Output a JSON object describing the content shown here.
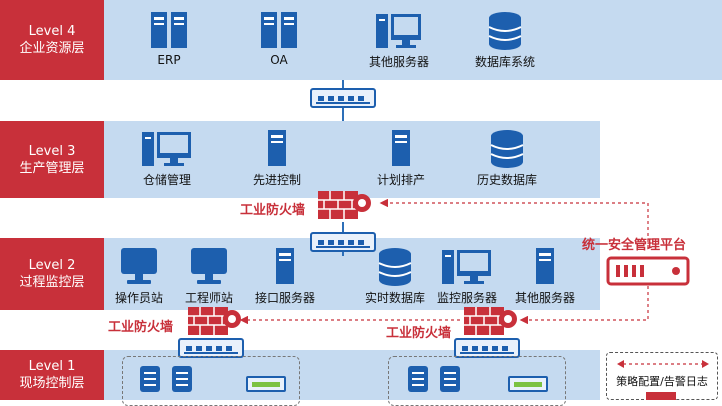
{
  "levels": [
    {
      "level": "Level 4",
      "name": "企业资源层"
    },
    {
      "level": "Level 3",
      "name": "生产管理层"
    },
    {
      "level": "Level 2",
      "name": "过程监控层"
    },
    {
      "level": "Level 1",
      "name": "现场控制层"
    }
  ],
  "level4_nodes": [
    {
      "label": "ERP",
      "icon": "server-tower-icon"
    },
    {
      "label": "OA",
      "icon": "server-tower-icon"
    },
    {
      "label": "其他服务器",
      "icon": "workstation-icon"
    },
    {
      "label": "数据库系统",
      "icon": "database-icon"
    }
  ],
  "level3_nodes": [
    {
      "label": "仓储管理",
      "icon": "workstation-icon"
    },
    {
      "label": "先进控制",
      "icon": "server-tower-icon"
    },
    {
      "label": "计划排产",
      "icon": "server-tower-icon"
    },
    {
      "label": "历史数据库",
      "icon": "database-icon"
    }
  ],
  "level2_nodes": [
    {
      "label": "操作员站",
      "icon": "monitor-icon"
    },
    {
      "label": "工程师站",
      "icon": "monitor-icon"
    },
    {
      "label": "接口服务器",
      "icon": "server-tower-icon"
    },
    {
      "label": "实时数据库",
      "icon": "database-icon"
    },
    {
      "label": "监控服务器",
      "icon": "workstation-icon"
    },
    {
      "label": "其他服务器",
      "icon": "server-tower-icon"
    }
  ],
  "firewall_label": "工业防火墙",
  "platform_label": "统一安全管理平台",
  "legend_text": "策略配置/告警日志",
  "colors": {
    "accent_red": "#c8303a",
    "band_blue": "#c5daf0",
    "icon_blue": "#1d5fae"
  }
}
